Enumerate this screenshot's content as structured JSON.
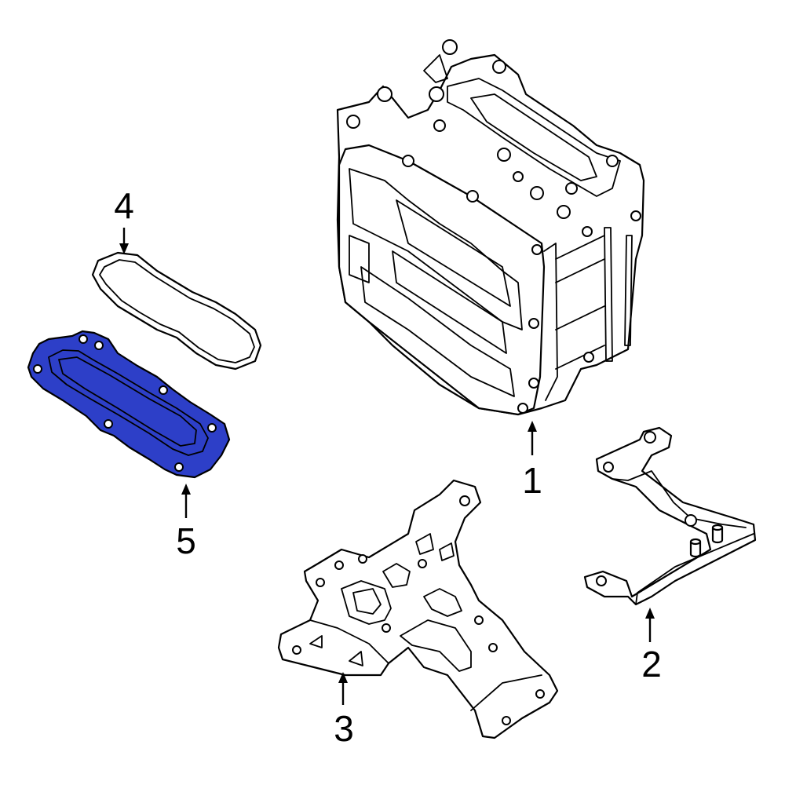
{
  "diagram": {
    "highlight_color": "#2d3fc8",
    "line_color": "#000000",
    "background": "#ffffff",
    "callouts": [
      {
        "id": "1",
        "label": "1"
      },
      {
        "id": "2",
        "label": "2"
      },
      {
        "id": "3",
        "label": "3"
      },
      {
        "id": "4",
        "label": "4"
      },
      {
        "id": "5",
        "label": "5"
      }
    ],
    "highlighted_part": "5"
  }
}
